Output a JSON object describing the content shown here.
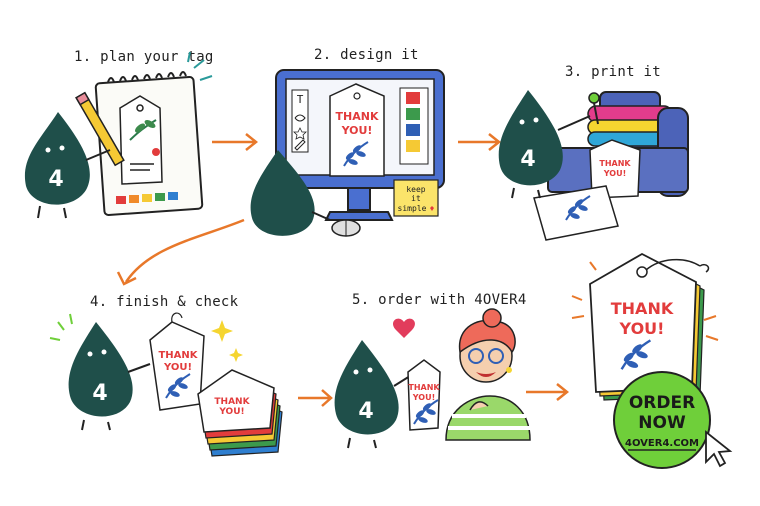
{
  "steps": [
    {
      "label": "1. plan your tag"
    },
    {
      "label": "2. design it"
    },
    {
      "label": "3. print it"
    },
    {
      "label": "4. finish & check"
    },
    {
      "label": "5. order with 4OVER4"
    }
  ],
  "mascot": {
    "number": "4",
    "color": "#1f4f4a"
  },
  "tag_text": {
    "line1": "THANK",
    "line2": "YOU!"
  },
  "sticky_note": {
    "line1": "keep",
    "line2": "it",
    "line3": "simple"
  },
  "design_toolbar": {
    "tool1": "T"
  },
  "cta": {
    "line1": "ORDER",
    "line2": "NOW",
    "line3": "4OVER4.COM"
  },
  "colors": {
    "accent_orange": "#e8782a",
    "tag_red": "#e23c3c",
    "leaf_blue": "#2f5fb5",
    "cta_green": "#6fcf3a",
    "monitor_blue": "#4a6fd0",
    "printer_blue": "#4c63b8"
  }
}
